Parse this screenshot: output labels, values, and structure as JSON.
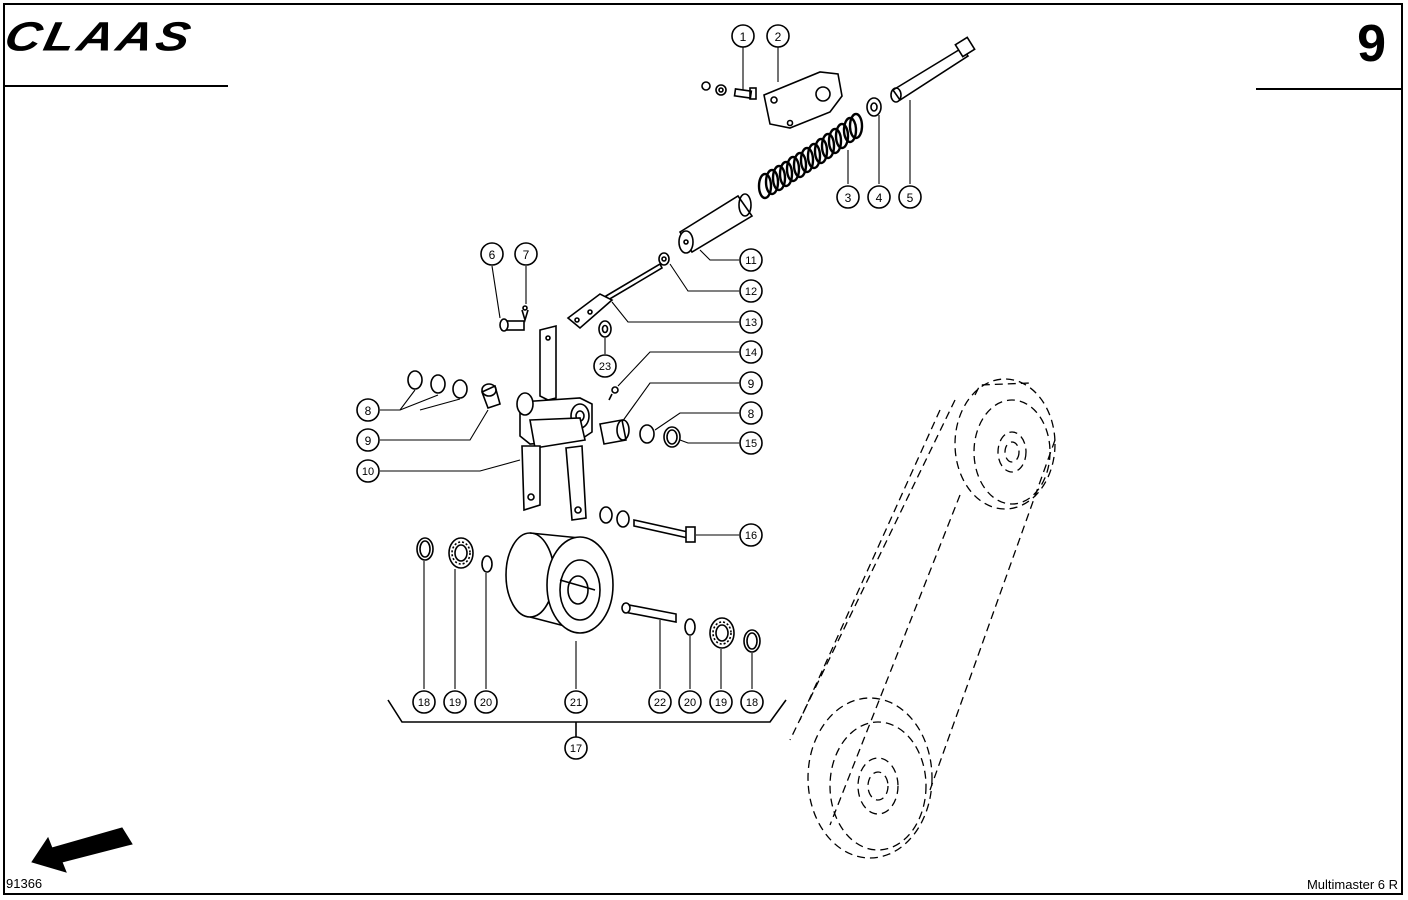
{
  "header": {
    "brand": "CLAAS",
    "page_number": "9"
  },
  "footer": {
    "drawing_code": "91366",
    "model": "Multimaster 6 R"
  },
  "callouts": [
    {
      "id": "c1",
      "label": "1"
    },
    {
      "id": "c2",
      "label": "2"
    },
    {
      "id": "c3",
      "label": "3"
    },
    {
      "id": "c4",
      "label": "4"
    },
    {
      "id": "c5",
      "label": "5"
    },
    {
      "id": "c6",
      "label": "6"
    },
    {
      "id": "c7",
      "label": "7"
    },
    {
      "id": "c8a",
      "label": "8"
    },
    {
      "id": "c8b",
      "label": "8"
    },
    {
      "id": "c9a",
      "label": "9"
    },
    {
      "id": "c9b",
      "label": "9"
    },
    {
      "id": "c10",
      "label": "10"
    },
    {
      "id": "c11",
      "label": "11"
    },
    {
      "id": "c12",
      "label": "12"
    },
    {
      "id": "c13",
      "label": "13"
    },
    {
      "id": "c14",
      "label": "14"
    },
    {
      "id": "c15",
      "label": "15"
    },
    {
      "id": "c16",
      "label": "16"
    },
    {
      "id": "c17",
      "label": "17"
    },
    {
      "id": "c18a",
      "label": "18"
    },
    {
      "id": "c19a",
      "label": "19"
    },
    {
      "id": "c20a",
      "label": "20"
    },
    {
      "id": "c21",
      "label": "21"
    },
    {
      "id": "c22",
      "label": "22"
    },
    {
      "id": "c20b",
      "label": "20"
    },
    {
      "id": "c19b",
      "label": "19"
    },
    {
      "id": "c18b",
      "label": "18"
    },
    {
      "id": "c23",
      "label": "23"
    }
  ],
  "icons": {
    "direction_arrow": "arrow-down-left-icon"
  }
}
